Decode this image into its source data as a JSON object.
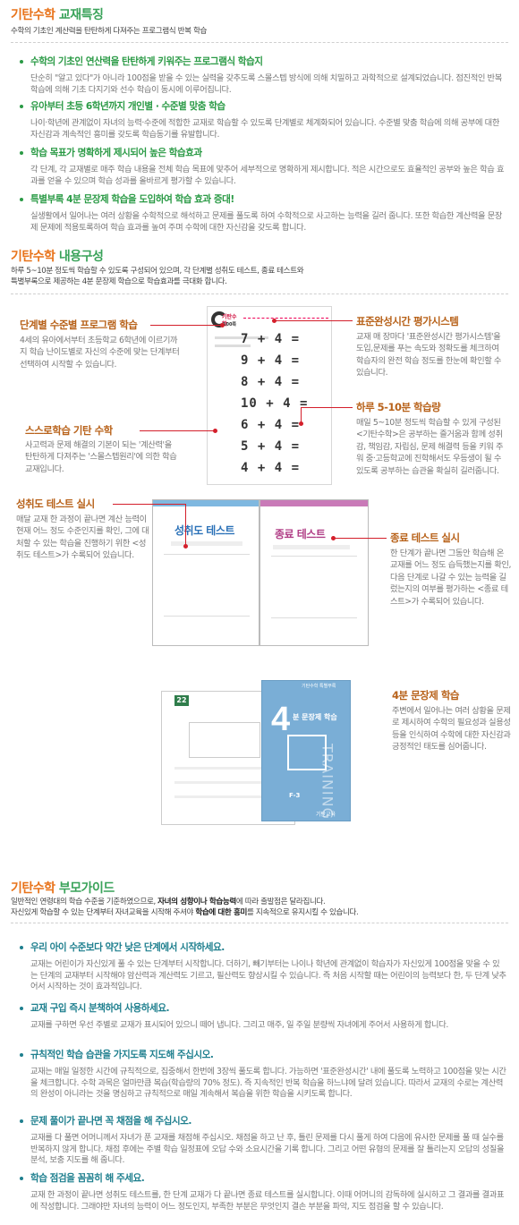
{
  "sec1": {
    "title_a": "기탄수학",
    "title_b": " 교재특징",
    "subtitle": "수학의 기초인 계산력을 탄탄하게 다져주는 프로그램식 반복 학습",
    "items": [
      {
        "title": "수학의 기초인 연산력을 탄탄하게 키워주는 프로그램식 학습지",
        "desc": "단순히 \"알고 있다\"가 아니라 100점을 받을 수 있는 실력을 갖추도록 스몰스텝 방식에 의해 치밀하고 과학적으로 설계되었습니다. 점진적인 반복 학습에 의해 기초 다지기와 선수 학습이 동시에 이루어집니다."
      },
      {
        "title": "유아부터 초등 6학년까지 개인별 · 수준별 맞춤 학습",
        "desc": "나이·학년에 관계없이 자녀의 능력·수준에 적합한 교재로 학습할 수 있도록 단계별로 체계화되어 있습니다. 수준별 맞춤 학습에 의해 공부에 대한 자신감과 계속적인 흥미를 갖도록 학습동기를 유발합니다."
      },
      {
        "title": "학습 목표가 명확하게 제시되어 높은 학습효과",
        "desc": "각 단계, 각 교재별로 매주 학습 내용을 전체 학습 목표에 맞추어 세부적으로 명확하게 제시합니다. 적은 시간으로도 효율적인 공부와 높은 학습 효과를 얻을 수 있으며 학습 성과를 올바르게 평가할 수 있습니다."
      },
      {
        "title": "특별부록 4분 문장제 학습을 도입하여 학습 효과 증대!",
        "desc": "실생활에서 일어나는 여러 상황을 수학적으로 해석하고 문제를 풀도록 하여 수학적으로 사고하는 능력을 길러 줍니다. 또한 학습한 계산력을 문장제 문제에 적용토록하여 학습 효과를 높여 주며 수학에 대한 자신감을 갖도록 합니다."
      }
    ]
  },
  "sec2": {
    "title_a": "기탄수학",
    "title_b": " 내용구성",
    "sub1": "하루 5~10분 정도씩 학습할 수 있도록 구성되어 있으며, 각 단계별 성취도 테스트, 종료 테스트와",
    "sub2": "특별부록으로 제공하는 4분 문장제 학습으로 학습효과를 극대화 합니다.",
    "blocks": {
      "level": {
        "title": "단계별 수준별 프로그램 학습",
        "desc": "4세의 유아에서부터 초등학교 6학년에 이르기까지 학습 난이도별로 자신의 수준에 맞는 단계부터 선택하여 시작할 수 있습니다."
      },
      "self": {
        "title": "스스로학습 기탄 수학",
        "desc": "사고력과 문제 해결의 기본이 되는 '계산력'을 탄탄하게 다져주는 '스몰스텝원리'에 의한 학습교재입니다."
      },
      "std": {
        "title": "표준완성시간 평가시스템",
        "desc": "교재 매 장마다 '표준완성시간 평가시스템'을 도입,문제를 푸는 속도와 정확도를 체크하여 학습자의 완전 학습 정도를 한눈에 확인할 수 있습니다."
      },
      "daily": {
        "title": "하루 5-10분 학습량",
        "desc": "매일 5~10분 정도씩 학습할 수 있게 구성된 <기탄수학>은 공부하는 즐거움과 함께 성취감, 책임감, 자립심, 문제 해결력 등을 키워 주워 중·고등학교에 진학해서도 우등생이 될 수 있도록 공부하는 습관을 확실히 길러줍니다."
      },
      "achieve": {
        "title": "성취도 테스트 실시",
        "desc": "매달 교재 한 과정이 끝나면 계산 능력이 현재 어느 정도 수준인지를 확인, 그에 대처할 수 있는 학습을 진행하기 위한 <성취도 테스트>가 수록되어 있습니다."
      },
      "final": {
        "title": "종료 테스트 실시",
        "desc": "한 단계가 끝나면 그동안 학습해 온 교재를 어느 정도 습득했는지를 확인, 다음 단계로 나갈 수 있는 능력을 길렀는지의 여부를 평가하는 <종료 테스트>가 수록되어 있습니다."
      },
      "four": {
        "title": "4분 문장제 학습",
        "desc": "주변에서 일어나는 여러 상황을 문제로 제시하여 수학의 필요성과 실용성 등을 인식하여 수학에 대한 자신감과 긍정적인 태도를 심어줍니다."
      }
    },
    "book_logo": "기탄수학",
    "book_level": "100쪽",
    "problems": [
      "7 + 4 =",
      "9 + 4 =",
      "8 + 4 =",
      "10 + 4 =",
      "6 + 4 =",
      "5 + 4 =",
      "4 + 4 ="
    ],
    "test_left": "성취도 테스트",
    "test_right": "종료 테스트",
    "cover_num": "4",
    "cover_title": "분 문장제 학습",
    "cover_vertical": "TRAINING",
    "cover_level": "F-3",
    "cover_brand": "기탄교육",
    "cover_tag": "기탄수학 특별부록",
    "ws_num": "22"
  },
  "sec3": {
    "title_a": "기탄수학",
    "title_b": " 부모가이드",
    "sub1a": "일반적인 연령대의 학습 수준을 기준하였으므로, ",
    "sub1b": "자녀의 성향이나 학습능력",
    "sub1c": "에 따라 출발점은 달라집니다.",
    "sub2a": "자신있게 학습할 수 있는 단계부터 자녀교육을 시작해 주셔야 ",
    "sub2b": "학습에 대한 흥미",
    "sub2c": "를 지속적으로 유지시킬 수 있습니다.",
    "items": [
      {
        "title": "우리 아이 수준보다 약간 낮은 단계에서 시작하세요.",
        "desc": "교재는 어린이가 자신있게 풀 수 있는 단계부터 시작합니다. 더하기, 빼기부터는 나이나 학년에 관계없이 학습자가 자신있게 100점을 맞을 수 있는 단계의 교재부터 시작해야 암산력과 계산력도 기르고, 필산력도 향상시킬 수 있습니다. 즉 처음 시작할 때는 어린이의 능력보다 한, 두 단계 낮추어서 시작하는 것이 효과적입니다."
      },
      {
        "title": "교재 구입 즉시 분책하여 사용하세요.",
        "desc": "교재를 구하면 우선 주별로 교재가 표시되어 있으니 떼어 냅니다. 그리고 매주, 일 주일 분량씩 자녀에게 주어서 사용하게 합니다."
      },
      {
        "title": "규칙적인 학습 습관을 가지도록 지도해 주십시오.",
        "desc": "교재는 매일 일정한 시간에 규칙적으로, 집중해서 한번에 3장씩 풀도록 합니다. 가능하면 '표준완성시간' 내에 풀도록 노력하고 100점을 맞는 시간을 체크합니다. 수학 과목은 얼마만큼 복습(학습량의 70% 정도). 즉 지속적인 반복 학습을 하느냐에 달려 있습니다. 따라서 교재의 수로는 계산력의 완성이 아니라는 것을 명심하고 규칙적으로 매일 계속해서 복습을 위한 학습을 시키도록 합니다."
      },
      {
        "title": "문제 풀이가 끝나면 꼭 채점을 해 주십시오.",
        "desc": "교재를 다 풀면 어머니께서 자녀가 푼 교재를 채점해 주십시오. 채점을 하고 난 후, 틀린 문제를 다시 풀게 하여 다음에 유사한 문제를 풀 때 실수를 반복하지 않게 합니다. 채점 후에는 주별 학습 일정표에 오답 수와 소요시간을 기록 합니다. 그리고 어떤 유형의 문제를 잘 틀리는지 오답의 성질을 분석, 보충 지도를 해 줍니다."
      },
      {
        "title": "학습 점검을 꼼꼼히 해 주세요.",
        "desc": "교재 한 과정이 끝나면 성취도 테스트를, 한 단계 교재가 다 끝나면 종료 테스트를 실시합니다. 이때 어머니의 감독하에 실시하고 그 결과를 결과표에 작성합니다. 그래야만 자녀의 능력이 어느 정도인지, 부족한 부분은 무엇인지 결손 부분을 파악, 지도 점검을 할 수 있습니다."
      }
    ]
  },
  "colors": {
    "orange": "#e8731a",
    "green": "#3aa35a",
    "red": "#d41f2b",
    "teal": "#1e7f8e"
  }
}
